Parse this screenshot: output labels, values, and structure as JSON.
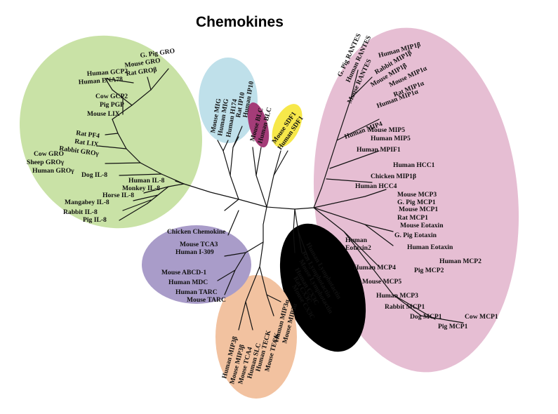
{
  "title": "Chemokines",
  "colors": {
    "cxc": "#c9e2a6",
    "cxc_interferon": "#bfe0ea",
    "cxc_blc": "#a43c78",
    "cxc_sdf": "#f7e84a",
    "cc": "#e6bed3",
    "c": "#b8b8b8",
    "cx3c": "#b8b8b8",
    "ccl_orange": "#f2c2a0",
    "ccl_purple": "#a99cc9",
    "branch": "#111111"
  },
  "groups": {
    "cxc_elr": {
      "labels": [
        "G. Pig GRO",
        "Mouse GRO",
        "Rat GROβ",
        "Human GCP2",
        "Human ENA78",
        "Cow GCP2",
        "Pig PGP",
        "Mouse LIX",
        "Rat PF4",
        "Rat LIX",
        "Rabbit GROγ",
        "Cow GRO",
        "Sheep GROγ",
        "Human GROγ",
        "Dog IL-8",
        "Human IL-8",
        "Monkey IL-8",
        "Horse IL-8",
        "Mangabey IL-8",
        "Rabbit IL-8",
        "Pig IL-8"
      ]
    },
    "cxc_ip10": {
      "labels": [
        "Mouse MIG",
        "Human MIG",
        "Human H174",
        "Rat IP10",
        "Human IP10"
      ]
    },
    "cxc_blc": {
      "labels": [
        "Mouse BLC",
        "Human BLC"
      ]
    },
    "cxc_sdf": {
      "labels": [
        "Mouse SDF1",
        "Human SDF1"
      ]
    },
    "cc": {
      "labels": [
        "G. Pig RANTES",
        "Human RANTES",
        "Mouse RANTES",
        "Human MIP1β",
        "Rabbit MIP1β",
        "Mouse MIP1β",
        "Mouse MIP1α",
        "Rat MIP1α",
        "Human MIP1α",
        "Human MIP4",
        "Mouse MIP5",
        "Human MIP5",
        "Human MPIF1",
        "Human HCC1",
        "Chicken MIP1β",
        "Human HCC4",
        "Mouse MCP3",
        "G. Pig MCP1",
        "Mouse MCP1",
        "Rat MCP1",
        "Mouse Eotaxin",
        "G. Pig Eotaxin",
        "Human",
        "Eotaxin2",
        "Human Eotaxin",
        "Human MCP2",
        "Pig MCP2",
        "Human MCP4",
        "Mouse MCP5",
        "Human MCP3",
        "Rabbit MCP1",
        "Dog MCP1",
        "Cow MCP1",
        "Pig MCP1"
      ]
    },
    "c_cx3c": {
      "labels": [
        "Human Lymphotactin",
        "Rat Lymphotactin",
        "Mouse Lymphotactin",
        "Human CX3C",
        "Rat CX3C",
        "Mouse CX3C"
      ]
    },
    "cc_orange": {
      "labels": [
        "Human MIP3β",
        "Mouse MIP3β",
        "Mouse TCA4",
        "Human SLC",
        "Human TECK",
        "Mouse TECK",
        "Human MIP3α",
        "Mouse MIP3α"
      ]
    },
    "cc_purple": {
      "labels": [
        "Chicken Chemokine",
        "Mouse TCA3",
        "Human I-309",
        "Mouse ABCD-1",
        "Human MDC",
        "Human TARC",
        "Mouse TARC"
      ]
    }
  }
}
